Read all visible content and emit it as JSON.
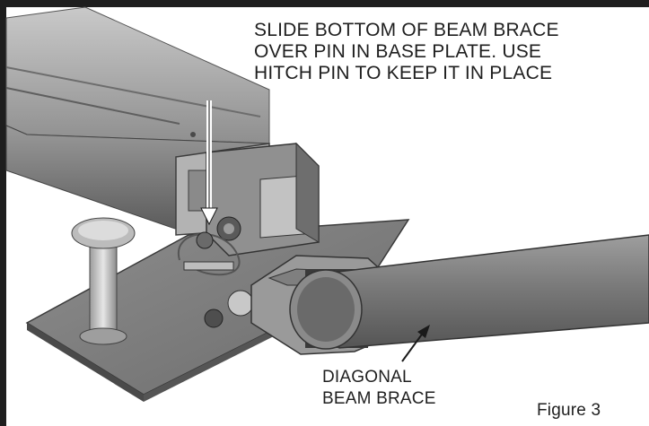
{
  "document": {
    "instruction_lines": [
      "SLIDE BOTTOM OF BEAM BRACE",
      "OVER PIN IN BASE PLATE.  USE",
      "HITCH PIN TO KEEP IT IN PLACE"
    ],
    "callout_lines": [
      "DIAGONAL",
      "BEAM BRACE"
    ],
    "figure_label": "Figure 3"
  }
}
